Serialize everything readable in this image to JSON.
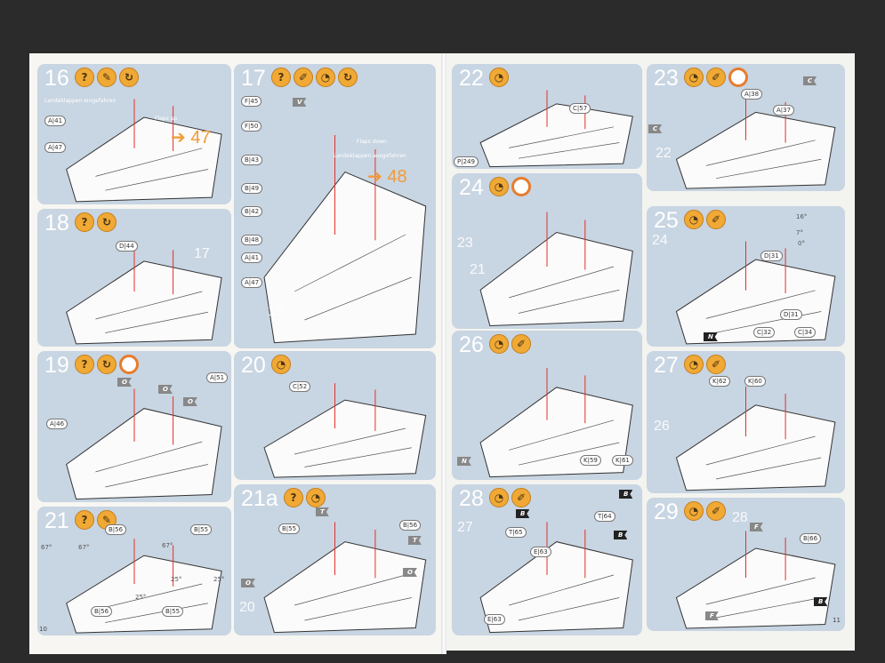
{
  "page_numbers": {
    "left": "10",
    "right": "11"
  },
  "colors": {
    "panel": "#c8d5e2",
    "icon": "#f0a935",
    "arrow": "#e0322a",
    "accent": "#f29a38"
  },
  "steps": [
    {
      "id": "16",
      "icons": [
        "question",
        "knife",
        "rotate"
      ],
      "callouts": [
        "A|41",
        "A|47"
      ],
      "flags": [],
      "labels": [
        "Landeklappen eingefahren",
        "Flaps up"
      ],
      "refs": [],
      "goto": "47",
      "angles": []
    },
    {
      "id": "17",
      "icons": [
        "question",
        "brush",
        "paint",
        "rotate"
      ],
      "callouts": [
        "F|45",
        "F|50",
        "B|43",
        "B|49",
        "B|42",
        "B|48",
        "A|41",
        "A|47"
      ],
      "flags": [
        "V"
      ],
      "labels": [
        "Flaps down",
        "Landeklappen ausgefahren"
      ],
      "refs": [
        "15"
      ],
      "goto": "48",
      "angles": []
    },
    {
      "id": "18",
      "icons": [
        "question",
        "rotate"
      ],
      "callouts": [
        "D|44"
      ],
      "flags": [],
      "labels": [],
      "refs": [
        "17"
      ],
      "goto": null,
      "angles": []
    },
    {
      "id": "19",
      "icons": [
        "question",
        "rotate",
        "clock"
      ],
      "callouts": [
        "A|46",
        "A|51"
      ],
      "flags": [
        "O",
        "O",
        "O"
      ],
      "labels": [],
      "refs": [],
      "goto": null,
      "angles": []
    },
    {
      "id": "20",
      "icons": [
        "paint"
      ],
      "callouts": [
        "C|52"
      ],
      "flags": [],
      "labels": [],
      "refs": [],
      "goto": null,
      "angles": []
    },
    {
      "id": "21",
      "icons": [
        "question",
        "knife"
      ],
      "callouts": [
        "B|56",
        "B|55",
        "B|56",
        "B|55"
      ],
      "flags": [],
      "labels": [],
      "refs": [],
      "goto": null,
      "angles": [
        "67°",
        "67°",
        "67°",
        "25°",
        "25°",
        "25°"
      ]
    },
    {
      "id": "21a",
      "icons": [
        "question",
        "paint"
      ],
      "callouts": [
        "B|55",
        "B|56"
      ],
      "flags": [
        "T",
        "T",
        "O",
        "O"
      ],
      "labels": [],
      "refs": [
        "20"
      ],
      "goto": null,
      "angles": []
    },
    {
      "id": "22",
      "icons": [
        "paint"
      ],
      "callouts": [
        "C|57",
        "P|249"
      ],
      "flags": [],
      "labels": [],
      "refs": [],
      "goto": null,
      "angles": []
    },
    {
      "id": "23",
      "icons": [
        "paint",
        "brush",
        "clock"
      ],
      "callouts": [
        "A|38",
        "A|37"
      ],
      "flags": [
        "C",
        "C"
      ],
      "labels": [],
      "refs": [
        "22"
      ],
      "goto": null,
      "angles": []
    },
    {
      "id": "24",
      "icons": [
        "paint",
        "clock"
      ],
      "callouts": [],
      "flags": [],
      "labels": [],
      "refs": [
        "23",
        "21"
      ],
      "goto": null,
      "angles": []
    },
    {
      "id": "25",
      "icons": [
        "paint",
        "brush"
      ],
      "callouts": [
        "D|31",
        "D|31",
        "C|32",
        "C|34"
      ],
      "flags": [
        "N"
      ],
      "labels": [],
      "refs": [
        "24"
      ],
      "goto": null,
      "angles": [
        "16°",
        "7°",
        "0°"
      ]
    },
    {
      "id": "26",
      "icons": [
        "paint",
        "brush"
      ],
      "callouts": [
        "K|59",
        "K|61"
      ],
      "flags": [
        "N"
      ],
      "labels": [],
      "refs": [],
      "goto": null,
      "angles": []
    },
    {
      "id": "27",
      "icons": [
        "paint",
        "brush"
      ],
      "callouts": [
        "K|62",
        "K|60"
      ],
      "flags": [],
      "labels": [],
      "refs": [
        "26"
      ],
      "goto": null,
      "angles": []
    },
    {
      "id": "28",
      "icons": [
        "paint",
        "brush"
      ],
      "callouts": [
        "T|65",
        "T|64",
        "E|63",
        "E|63"
      ],
      "flags": [
        "B",
        "B",
        "B"
      ],
      "labels": [],
      "refs": [
        "27"
      ],
      "goto": null,
      "angles": []
    },
    {
      "id": "29",
      "icons": [
        "paint",
        "brush"
      ],
      "callouts": [
        "B|66"
      ],
      "flags": [
        "F",
        "B",
        "F"
      ],
      "labels": [],
      "refs": [
        "28"
      ],
      "goto": null,
      "angles": []
    }
  ]
}
